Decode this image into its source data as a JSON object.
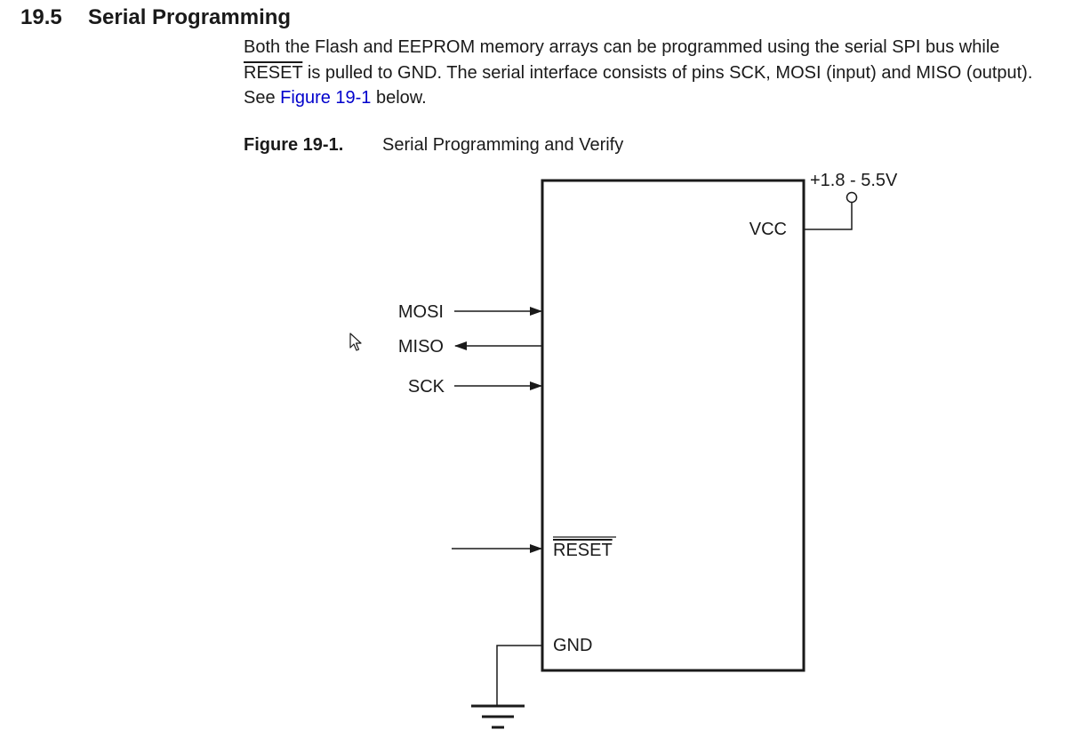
{
  "section": {
    "number": "19.5",
    "title": "Serial Programming"
  },
  "paragraph": {
    "part1": "Both the Flash and EEPROM memory arrays can be programmed using the serial SPI bus while ",
    "reset_signal": "RESET",
    "part2": " is pulled to GND. The serial interface consists of pins SCK, MOSI (input) and MISO (out­put). See ",
    "figure_link": "Figure 19-1",
    "part3": " below."
  },
  "figure": {
    "number": "Figure 19-1.",
    "title": "Serial Programming and Verify",
    "supply_label": "+1.8 - 5.5V",
    "pins": {
      "vcc": "VCC",
      "mosi": "MOSI",
      "miso": "MISO",
      "sck": "SCK",
      "reset": "RESET",
      "gnd": "GND"
    }
  },
  "colors": {
    "text": "#1a1a1a",
    "link": "#0000cc",
    "line": "#1a1a1a"
  },
  "icons": {
    "cursor": "mouse-pointer-icon",
    "ground": "ground-symbol-icon",
    "supply": "supply-terminal-icon"
  }
}
